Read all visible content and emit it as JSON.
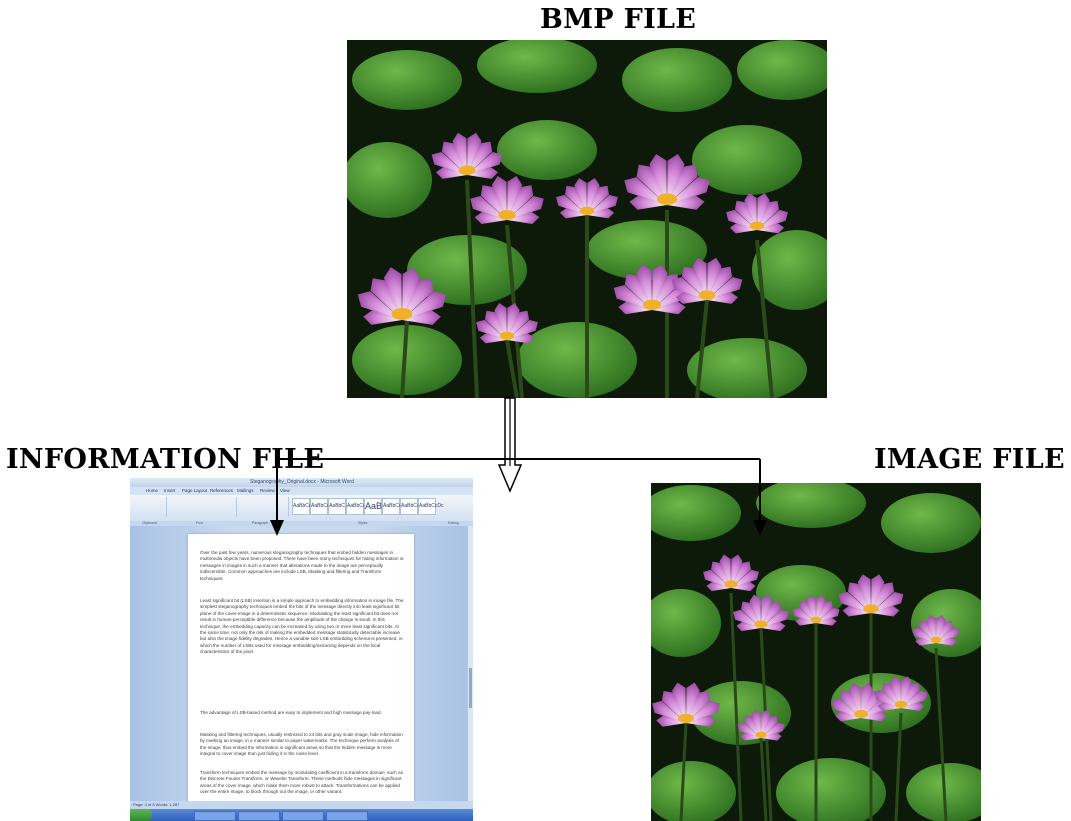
{
  "labels": {
    "bmp_file": "BMP FILE",
    "information_file": "INFORMATION FILE",
    "image_file": "IMAGE FILE"
  },
  "word_screenshot": {
    "window_title": "Steganography_Original.docx - Microsoft Word",
    "menu_tabs": [
      "Home",
      "Insert",
      "Page Layout",
      "References",
      "Mailings",
      "Review",
      "View"
    ],
    "style_swatches": [
      "AaBbCcDc",
      "AaBbCcDc",
      "AaBbC",
      "AaBbCc",
      "AaB",
      "AaBbCc",
      "AaBbCcDc",
      "AaBbCcDc"
    ],
    "ribbon_groups": [
      "Clipboard",
      "Font",
      "Paragraph",
      "Styles",
      "Editing"
    ],
    "paragraphs": [
      "Over the past few years, numerous steganography techniques that embed hidden messages in multimedia objects have been proposed. There have been many techniques for hiding information or messages in images in such a manner that alterations made to the image are perceptually indiscernible. Common approaches are include LSB, Masking and filtering and Transform techniques.",
      "Least significant bit (LSB) insertion is a simple approach to embedding information in image file. The simplest steganography techniques embed the bits of the message directly into least significant bit plane of the cover-image in a deterministic sequence. Modulating the least significant bit does not result in human-perceptible difference because the amplitude of the change is small. In this technique, the embedding capacity can be increased by using two or more least significant bits. At the same time, not only the risk of making the embedded message statistically detectable increase but also the image fidelity degrades. Hence a variable size LSB embedding schema is presented, in which the number of LSBs used for message embedding/extracting depends on the local characteristics of the pixel.",
      "The advantage of LSB-based method are easy to implement and high message pay-load.",
      "Masking and filtering techniques, usually restricted to 24 bits and gray scale image, hide information by marking an image, in a manner similar to paper watermarks. The technique perform analysis of the image, thus embed the information in significant areas so that the hidden message is more integral to cover image than just hiding it in the noise level.",
      "Transform techniques embed the message by modulating coefficient in a transform domain, such as the Discrete Fourier Transform, or Wavelet Transform. These methods hide messages in significant areas of the cover image, which make them more robust to attack. Transformations can be applied over the entire image, to block through out the image, or other variant."
    ],
    "status": "Page: 4 of 5    Words: 1,287"
  },
  "colors": {
    "arrow": "#000000",
    "petal": "#c77bd0",
    "leaf": "#3f8a2a"
  }
}
